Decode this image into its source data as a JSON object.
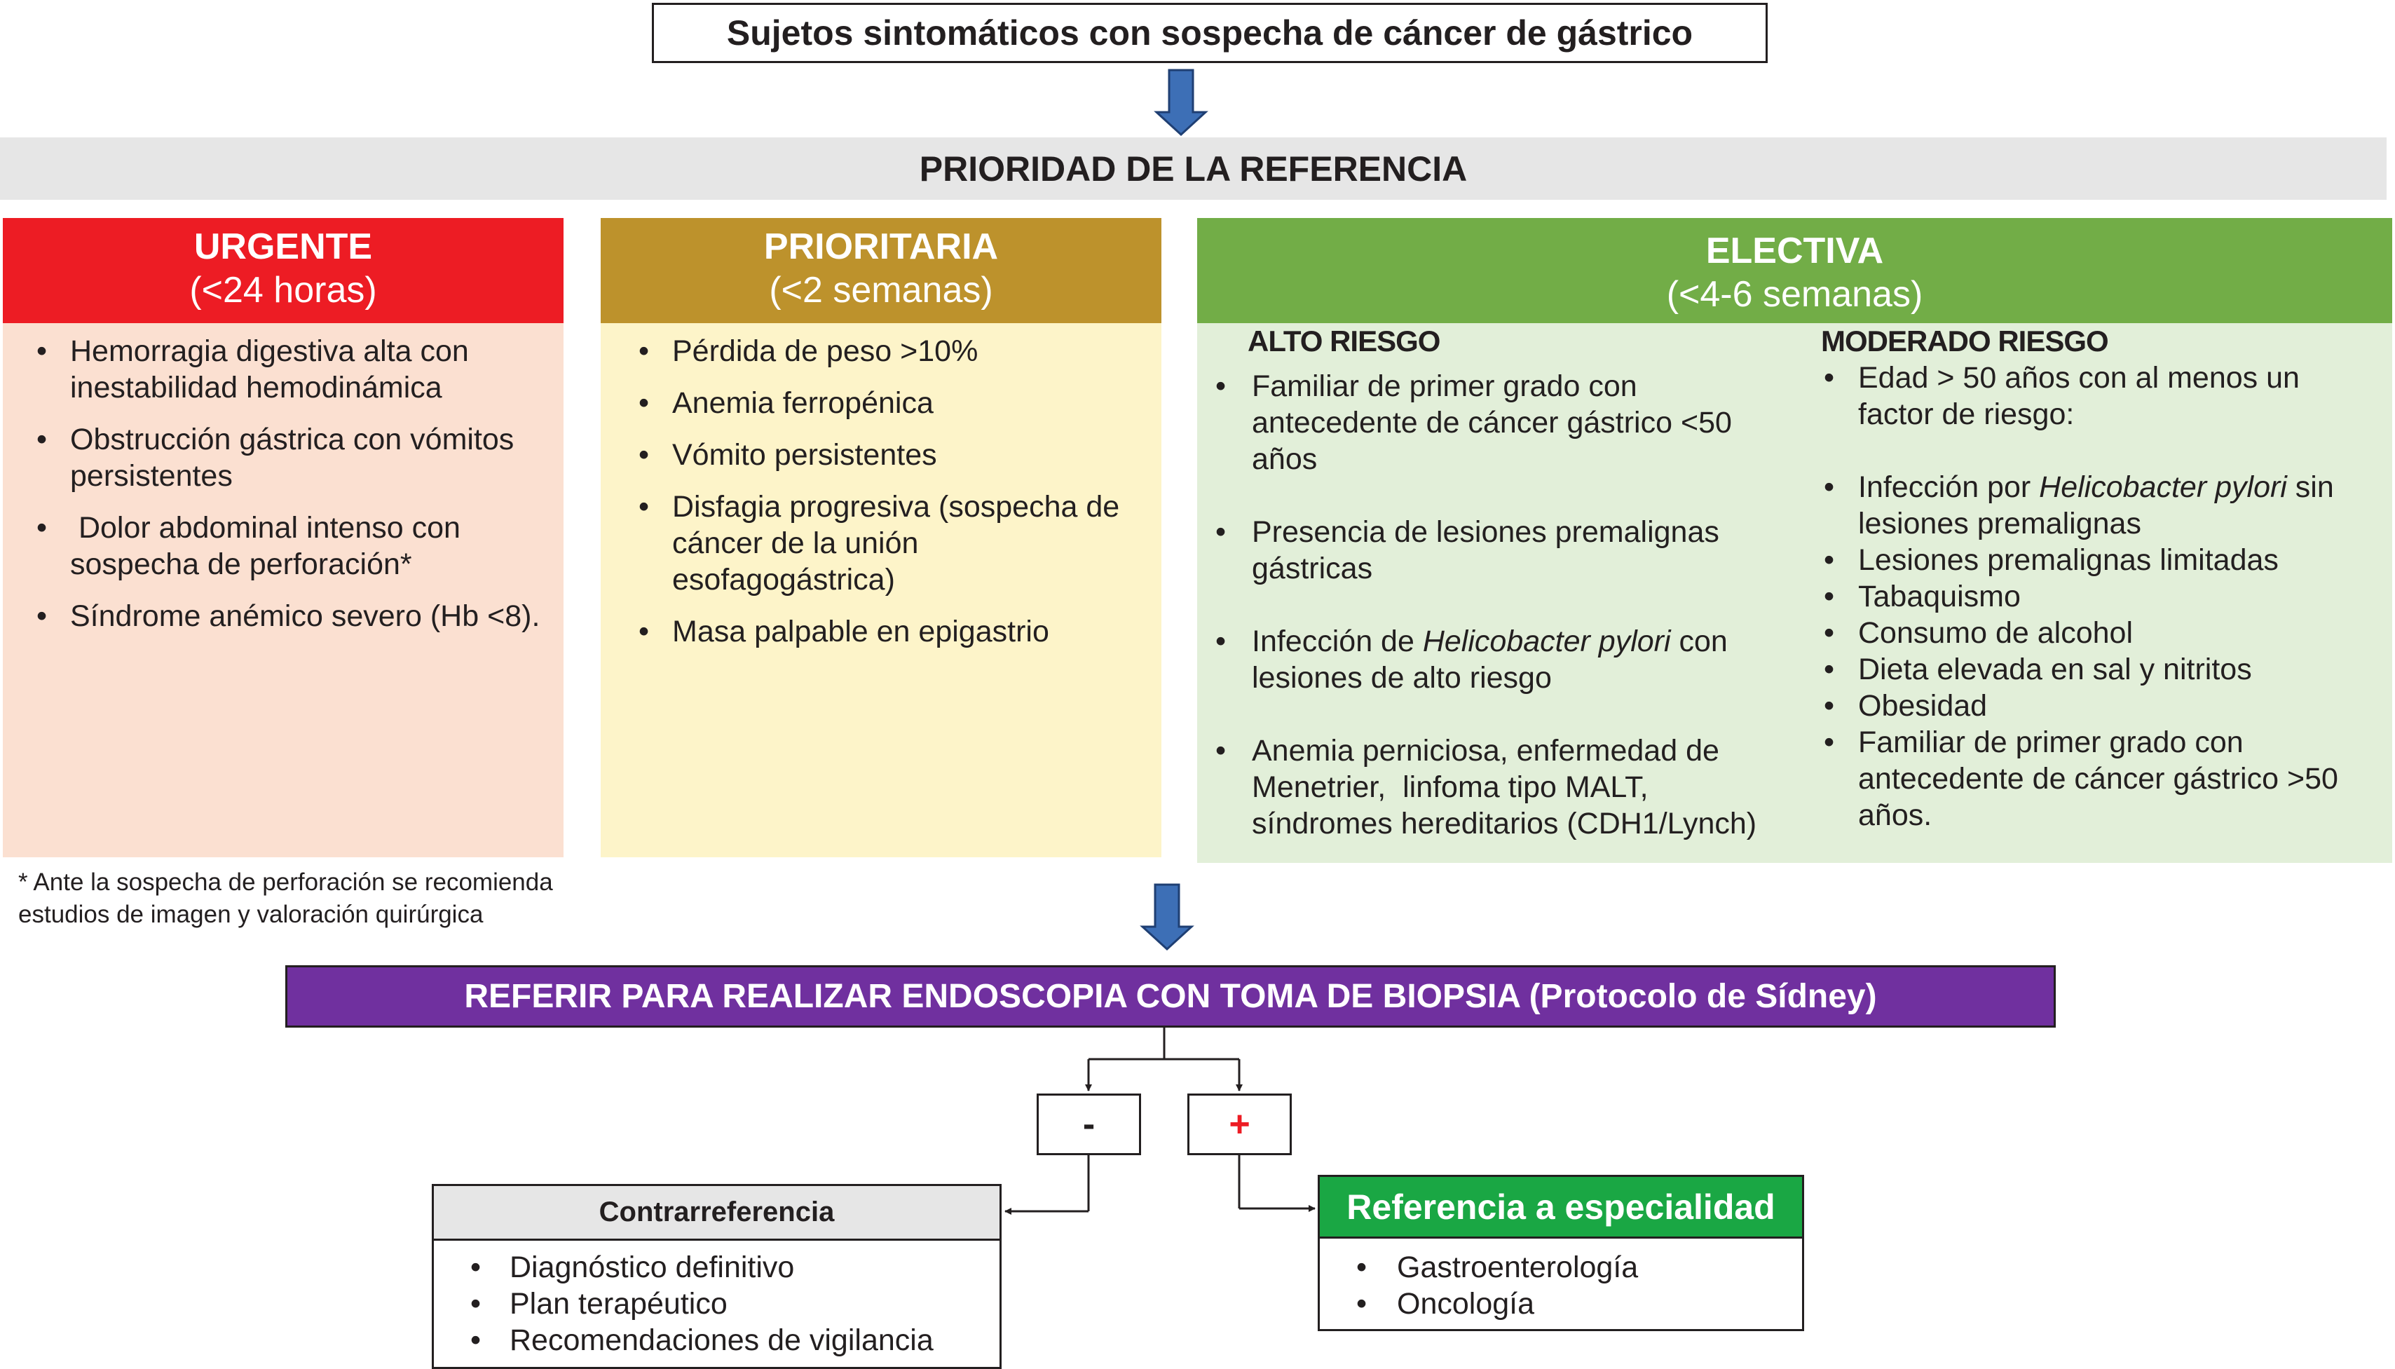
{
  "title": "Sujetos sintomáticos con sospecha de cáncer de gástrico",
  "priority_label": "PRIORIDAD DE LA REFERENCIA",
  "urgent": {
    "title": "URGENTE",
    "subtitle": "(<24 horas)",
    "items": [
      "Hemorragia digestiva alta con inestabilidad hemodinámica",
      "Obstrucción gástrica con vómitos persistentes",
      " Dolor abdominal intenso con sospecha de perforación*",
      "Síndrome anémico severo (Hb <8)."
    ]
  },
  "prioritaria": {
    "title": "PRIORITARIA",
    "subtitle": "(<2 semanas)",
    "items": [
      "Pérdida de peso >10%",
      "Anemia ferropénica",
      "Vómito persistentes",
      "Disfagia progresiva (sospecha de cáncer de la unión esofagogástrica)",
      "Masa palpable en epigastrio"
    ]
  },
  "electiva": {
    "title": "ELECTIVA",
    "subtitle": "(<4-6 semanas)",
    "alto_riesgo": {
      "title": "ALTO RIESGO",
      "items": [
        "Familiar de primer grado con antecedente de cáncer gástrico <50 años",
        "Presencia de lesiones premalignas gástricas",
        {
          "pre": "Infección de ",
          "em": "Helicobacter pylori",
          "post": " con lesiones de alto riesgo"
        },
        "Anemia perniciosa, enfermedad de Menetrier,  linfoma tipo MALT, síndromes hereditarios (CDH1/Lynch)"
      ]
    },
    "moderado_riesgo": {
      "title": "MODERADO RIESGO",
      "items": [
        "Edad > 50 años con al menos un factor de riesgo:",
        {
          "pre": "Infección por ",
          "em": "Helicobacter pylori",
          "post": " sin lesiones premalignas"
        },
        "Lesiones premalignas limitadas",
        "Tabaquismo",
        "Consumo de alcohol",
        "Dieta elevada en sal y nitritos",
        "Obesidad",
        "Familiar de primer grado con antecedente de cáncer gástrico >50 años."
      ]
    }
  },
  "footnote": "* Ante la sospecha de perforación se recomienda estudios de imagen y valoración quirúrgica",
  "endoscopy": "REFERIR PARA REALIZAR ENDOSCOPIA CON TOMA DE BIOPSIA (Protocolo de Sídney)",
  "negative_sign": "-",
  "positive_sign": "+",
  "contrarreferencia": {
    "title": "Contrarreferencia",
    "items": [
      "Diagnóstico definitivo",
      "Plan terapéutico",
      "Recomendaciones de vigilancia"
    ]
  },
  "especialidad": {
    "title": "Referencia a especialidad",
    "items": [
      "Gastroenterología",
      "Oncología"
    ]
  },
  "colors": {
    "urgent": "#ed1c24",
    "prioritaria": "#bd922c",
    "electiva": "#72ad47",
    "endoscopy": "#70309f",
    "especialidad": "#1aa744",
    "arrow": "#3d6fb6"
  }
}
